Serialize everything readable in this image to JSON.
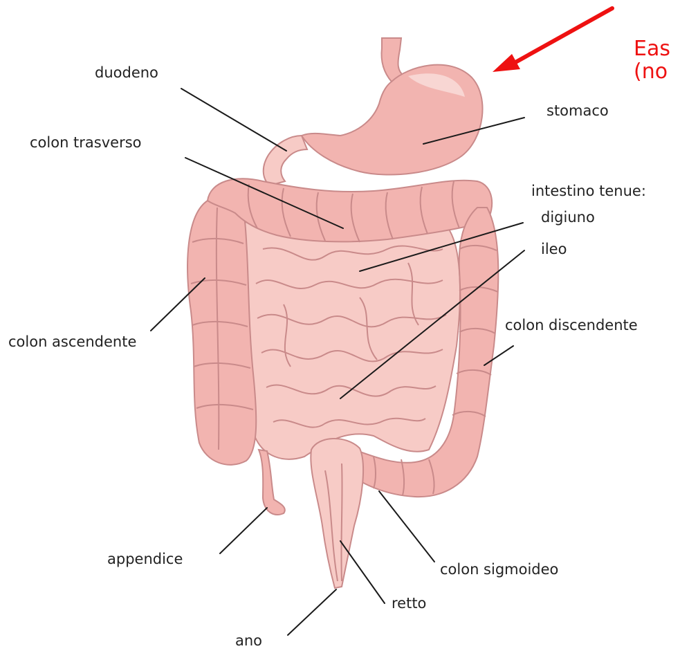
{
  "annotation": {
    "line1": "Eas",
    "line2": "(no",
    "color": "#ee1111"
  },
  "labels": {
    "duodeno": "duodeno",
    "colon_trasverso": "colon trasverso",
    "stomaco": "stomaco",
    "intestino_tenue": "intestino tenue:",
    "digiuno": "digiuno",
    "ileo": "ileo",
    "colon_ascendente": "colon ascendente",
    "colon_discendente": "colon discendente",
    "appendice": "appendice",
    "colon_sigmoideo": "colon sigmoideo",
    "retto": "retto",
    "ano": "ano"
  },
  "colors": {
    "organ_fill": "#f2b4b0",
    "organ_light": "#f7cbc6",
    "organ_outline": "#c98a8a",
    "label_text": "#222222"
  },
  "icons": {
    "arrow": "red-arrow-icon"
  }
}
